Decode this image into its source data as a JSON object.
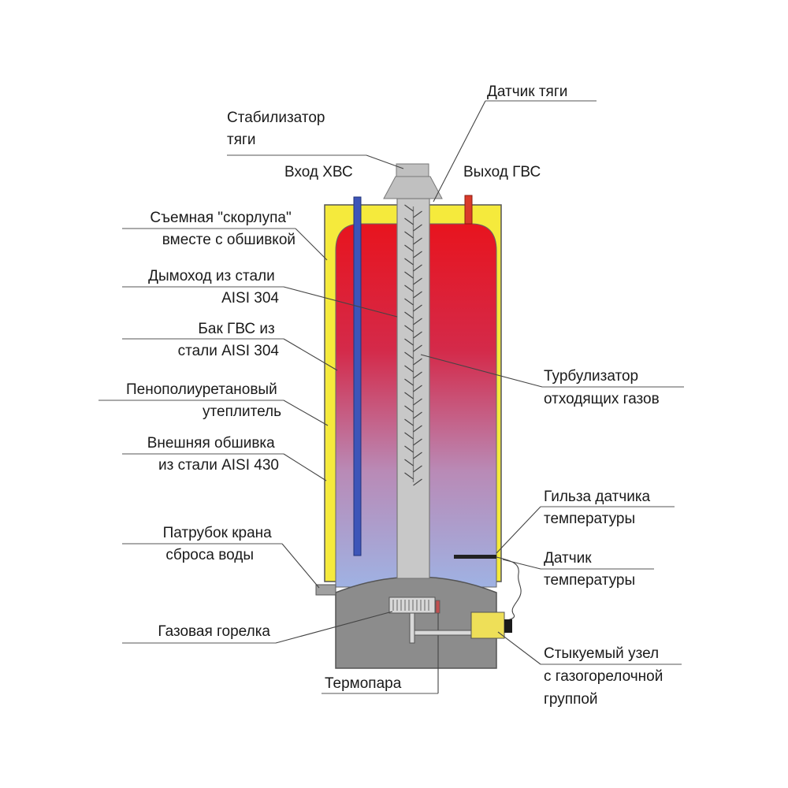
{
  "labels": {
    "draft_stabilizer": [
      "Стабилизатор",
      "тяги"
    ],
    "draft_sensor": [
      "Датчик тяги"
    ],
    "cold_inlet": [
      "Вход ХВС"
    ],
    "hot_outlet": [
      "Выход ГВС"
    ],
    "removable_shell": [
      "Съемная \"скорлупа\"",
      "вместе с обшивкой"
    ],
    "flue": [
      "Дымоход из стали",
      "AISI 304"
    ],
    "tank": [
      "Бак ГВС  из",
      "стали AISI 304"
    ],
    "insulation": [
      "Пенополиуретановый",
      "утеплитель"
    ],
    "outer_casing": [
      "Внешняя обшивка",
      "из стали AISI 430"
    ],
    "turbulator": [
      "Турбулизатор",
      "отходящих газов"
    ],
    "sensor_sleeve": [
      "Гильза датчика",
      "температуры"
    ],
    "temp_sensor": [
      "Датчик",
      "температуры"
    ],
    "drain_pipe": [
      "Патрубок крана",
      "сброса воды"
    ],
    "gas_burner": [
      "Газовая горелка"
    ],
    "thermocouple": [
      "Термопара"
    ],
    "gas_unit": [
      "Стыкуемый узел",
      "с газогорелочной",
      "группой"
    ]
  },
  "colors": {
    "shell": "#f5ea3c",
    "hot_water": "#e8141e",
    "cold_water": "#9fb2e3",
    "flue": "#c8c8c8",
    "base": "#8c8c8c",
    "cold_pipe": "#3d55b8",
    "hot_pipe": "#d93a2a",
    "gas_unit": "#eedf58"
  }
}
